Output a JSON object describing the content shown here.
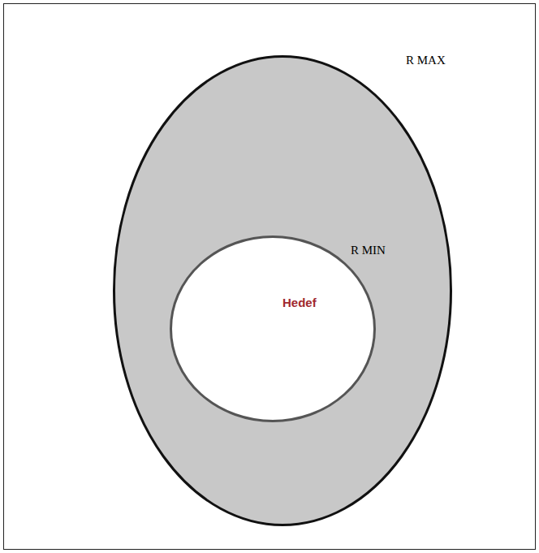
{
  "diagram": {
    "nodes": [
      {
        "text": [
          "R MAX"
        ]
      },
      {
        "text": [
          "R MIN"
        ],
        "in": 0
      }
    ],
    "labels": [
      "Hedef"
    ]
  }
}
